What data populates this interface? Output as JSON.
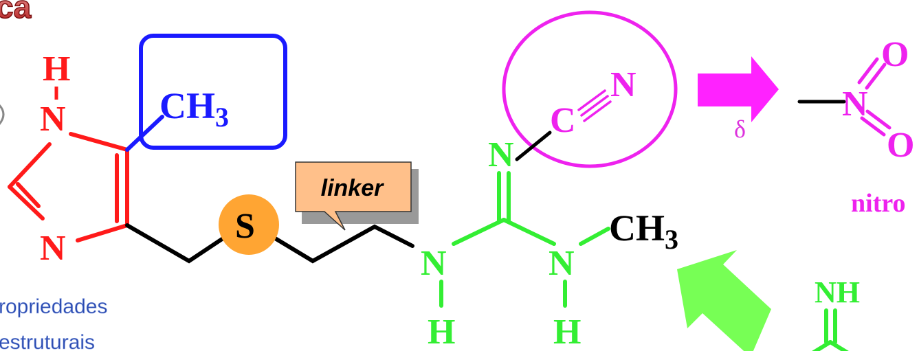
{
  "logo_text": "ca",
  "colors": {
    "imidazole": "#ff1a1a",
    "methyl_box": "#1a1aff",
    "chain": "#000000",
    "guanidine": "#33ee33",
    "nitrile": "#ee22ee",
    "sulfur": "#ffa533",
    "linker_callout": "#ffc08a",
    "caption": "#2a4ab0"
  },
  "molecule": {
    "imidazole": {
      "h": "H",
      "n1": "N",
      "n3": "N"
    },
    "methyl": {
      "c": "CH",
      "sub": "3"
    },
    "sulfur": "S",
    "linker": "linker",
    "guanidine": {
      "n_imine": "N",
      "n_left": "N",
      "n_right": "N",
      "h_left": "H",
      "h_right": "H"
    },
    "n_methyl": {
      "c": "CH",
      "sub": "3"
    },
    "nitrile": {
      "c": "C",
      "n": "N"
    }
  },
  "replacement": {
    "delta": "δ",
    "nitro_n": "N",
    "nitro_o_top": "O",
    "nitro_o_bottom": "O",
    "nitro_label": "nitro",
    "nh": "NH"
  },
  "caption": {
    "line1": "ropriedades",
    "line2": "estruturais"
  }
}
